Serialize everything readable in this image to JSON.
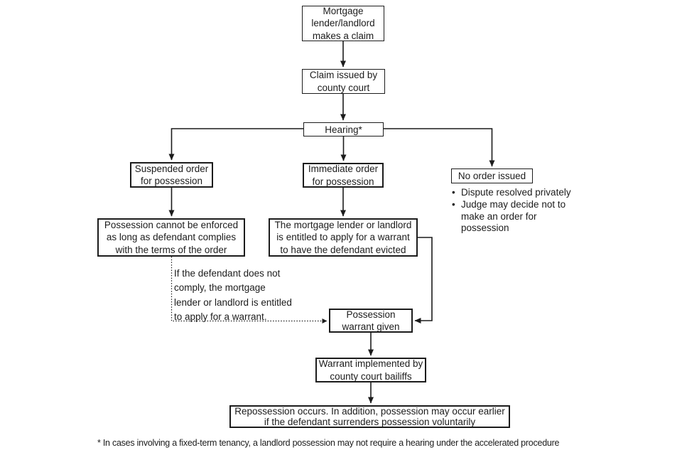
{
  "diagram": {
    "title": "Possession claim process flowchart",
    "colors": {
      "line": "#1c1c1c",
      "border": "#1c1c1c",
      "text": "#1c1c1c",
      "background": "#ffffff"
    },
    "nodes": {
      "mortgage_claim": "Mortgage lender/landlord makes a claim",
      "claim_issued": "Claim issued by county court",
      "hearing": "Hearing*",
      "suspended_order": "Suspended order for possession",
      "immediate_order": "Immediate order for possession",
      "no_order": "No order issued",
      "possession_not_enforced": "Possession cannot be enforced as long as defendant complies with the terms of the order",
      "warrant_entitled": "The mortgage lender or landlord is entitled to apply for a warrant to have the defendant evicted",
      "warrant_given": "Possession warrant given",
      "warrant_implemented": "Warrant implemented by county court bailiffs",
      "repossession": "Repossession occurs. In addition, possession may occur earlier if the defendant surrenders possession voluntarily"
    },
    "no_order_bullets": [
      "Dispute resolved privately",
      "Judge may decide not to make an order for possession"
    ],
    "comply_note_lines": [
      "If the defendant does not",
      "comply, the mortgage",
      "lender or landlord is entitled",
      "to apply for a warrant."
    ],
    "footnote": "* In cases involving a fixed-term tenancy, a landlord possession may not require a hearing under the accelerated procedure"
  }
}
